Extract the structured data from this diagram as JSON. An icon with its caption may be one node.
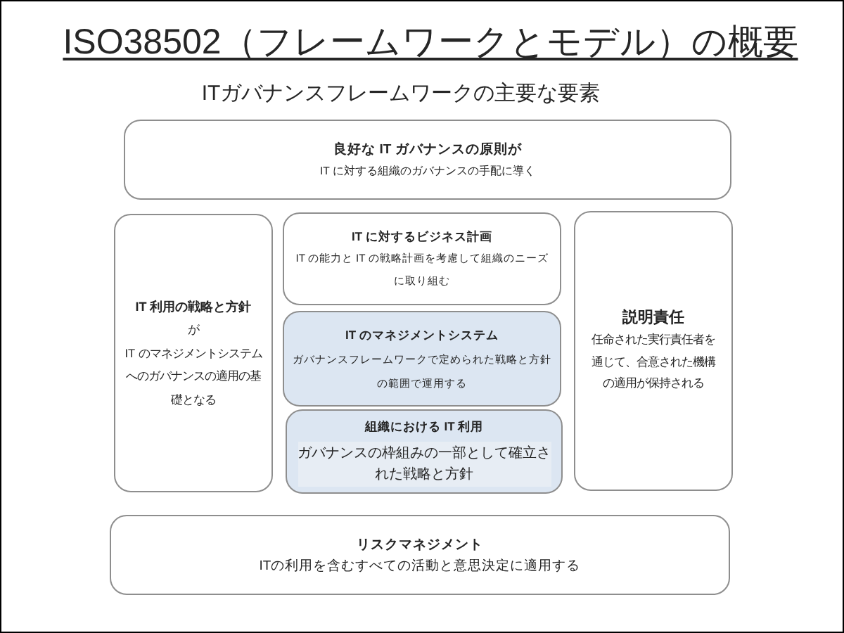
{
  "diagram": {
    "title": "ISO38502（フレームワークとモデル）の概要",
    "nodes": [
      {
        "text": [
          "良好な IT ガバナンスの原則が",
          "IT に対する組織のガバナンスの手配に導く"
        ]
      },
      {
        "text": [
          "IT 利用の戦略と方針",
          "が",
          "IT のマネジメントシステムへのガバナンスの適用の基礎となる"
        ]
      },
      {
        "text": [
          "IT に対するビジネス計画",
          "IT の能力と IT の戦略計画を考慮して組織のニーズに取り組む"
        ]
      },
      {
        "text": [
          "IT のマネジメントシステム",
          "ガバナンスフレームワークで定められた戦略と方針の範囲で運用する"
        ]
      },
      {
        "text": [
          "組織における IT 利用",
          "ガバナンスの枠組みの一部として確立された戦略と方針"
        ]
      },
      {
        "text": [
          "説明責任",
          "任命された実行責任者を通じて、合意された機構の適用が保持される"
        ]
      },
      {
        "text": [
          "リスクマネジメント",
          "ITの利用を含むすべての活動と意思決定に適用する"
        ]
      }
    ],
    "labels": [
      "ITガバナンスフレームワークの主要な要素"
    ]
  }
}
